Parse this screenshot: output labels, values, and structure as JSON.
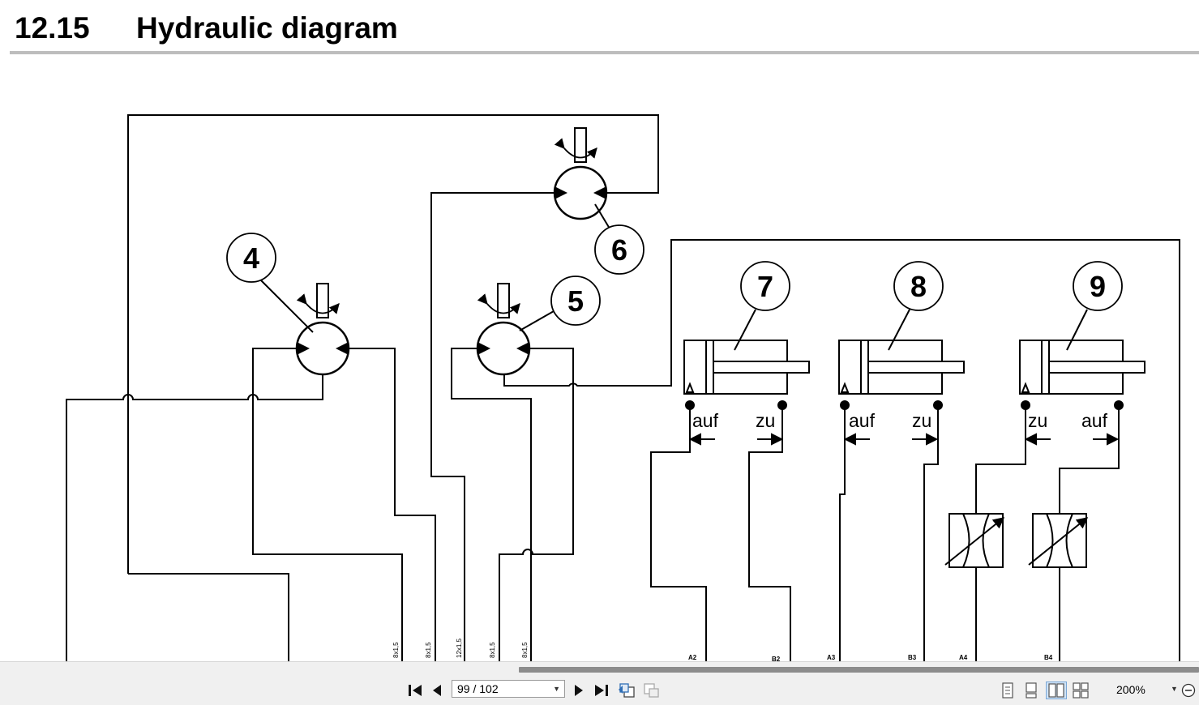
{
  "heading": {
    "number": "12.15",
    "title": "Hydraulic diagram"
  },
  "diagram": {
    "callouts": [
      "4",
      "5",
      "6",
      "7",
      "8",
      "9"
    ],
    "port_labels": {
      "c7_left": "auf",
      "c7_right": "zu",
      "c8_left": "auf",
      "c8_right": "zu",
      "c9_left": "zu",
      "c9_right": "auf"
    },
    "pipe_labels": [
      "8x1,5",
      "8x1,5",
      "12x1,5",
      "8x1,5",
      "8x1,5"
    ],
    "connection_labels": [
      "A2",
      "B2",
      "A3",
      "B3",
      "A4",
      "B4"
    ]
  },
  "toolbar": {
    "first_page_icon": "first-page-icon",
    "prev_page_icon": "previous-page-icon",
    "page_value": "99 / 102",
    "next_page_icon": "next-page-icon",
    "last_page_icon": "last-page-icon",
    "zoom_value": "200%"
  }
}
